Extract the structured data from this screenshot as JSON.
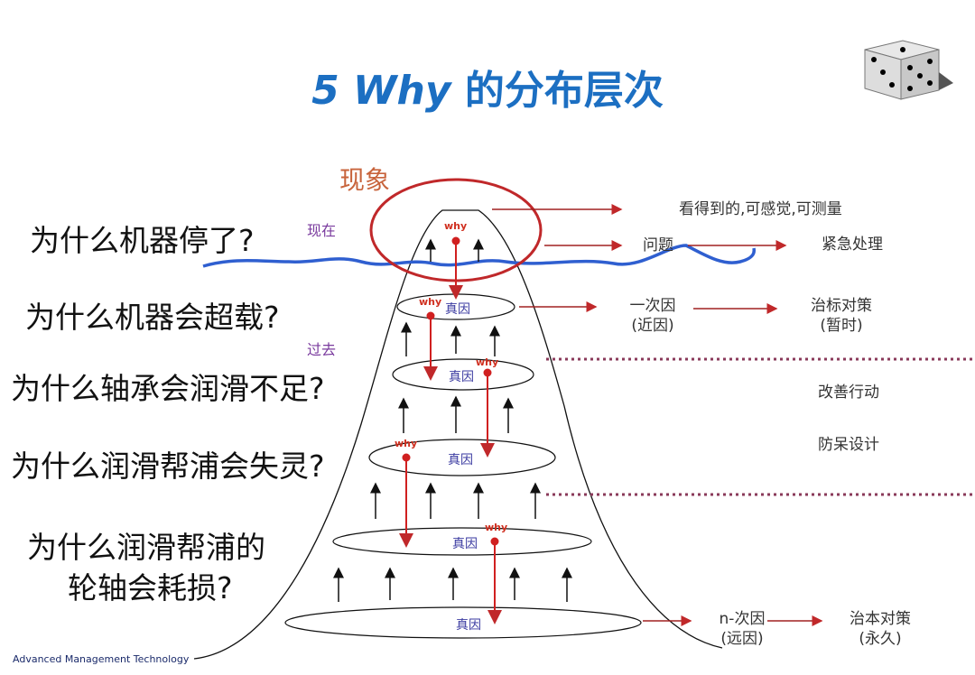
{
  "title": {
    "prefix": "5 Why",
    "suffix": " 的分布层次"
  },
  "phenomenon_label": "现象",
  "time_labels": {
    "now": "现在",
    "past": "过去"
  },
  "questions": [
    "为什么机器停了?",
    "为什么机器会超载?",
    "为什么轴承会润滑不足?",
    "为什么润滑帮浦会失灵?",
    "为什么润滑帮浦的",
    "轮轴会耗损?"
  ],
  "why_label": "why",
  "cause_label": "真因",
  "right": {
    "visible": "看得到的,可感觉,可测量",
    "problem": "问题",
    "urgent": "紧急处理",
    "first_cause": "一次因",
    "near_cause": "(近因)",
    "symptom_fix": "治标对策",
    "temporary": "(暂时)",
    "improve": "改善行动",
    "poka_yoke": "防呆设计",
    "n_cause": "n-次因",
    "far_cause": "(远因)",
    "root_fix": "治本对策",
    "permanent": "(永久)"
  },
  "footer": "Advanced Management Technology",
  "colors": {
    "title": "#1c6fc2",
    "red": "#c0282a",
    "water": "#2f5fd0",
    "purple": "#7a3b9e"
  }
}
